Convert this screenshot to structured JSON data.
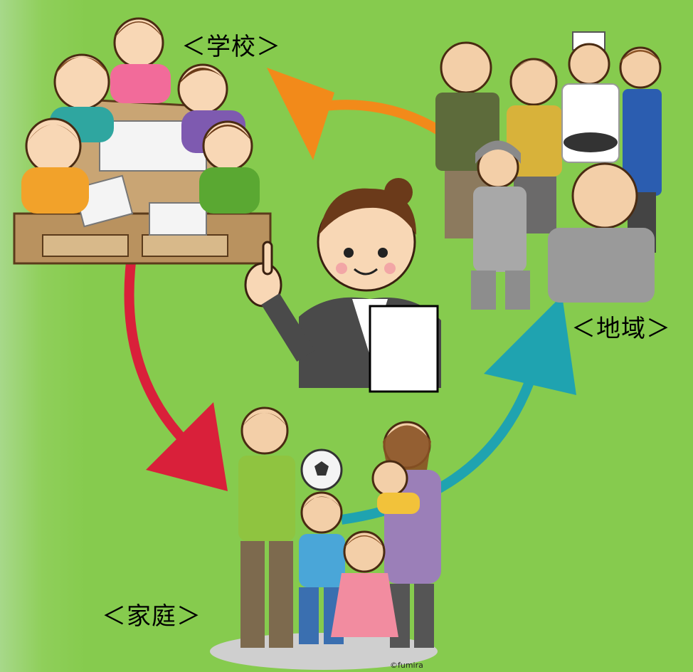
{
  "labels": {
    "school": "＜学校＞",
    "community": "＜地域＞",
    "family": "＜家庭＞"
  },
  "watermarks": {
    "illustrator": "©fumira"
  },
  "arrows": [
    {
      "from": "community",
      "to": "school",
      "color": "#f28a1a"
    },
    {
      "from": "school",
      "to": "family",
      "color": "#d9203a"
    },
    {
      "from": "family",
      "to": "community",
      "color": "#1fa3b0"
    }
  ],
  "colors": {
    "background": "#86cb4e",
    "arrow_orange": "#f28a1a",
    "arrow_red": "#d9203a",
    "arrow_teal": "#1fa3b0"
  },
  "icons": {
    "center": "teacher-with-paper-icon",
    "school": "students-at-desks-icon",
    "community": "community-people-icon",
    "family": "family-group-icon"
  }
}
